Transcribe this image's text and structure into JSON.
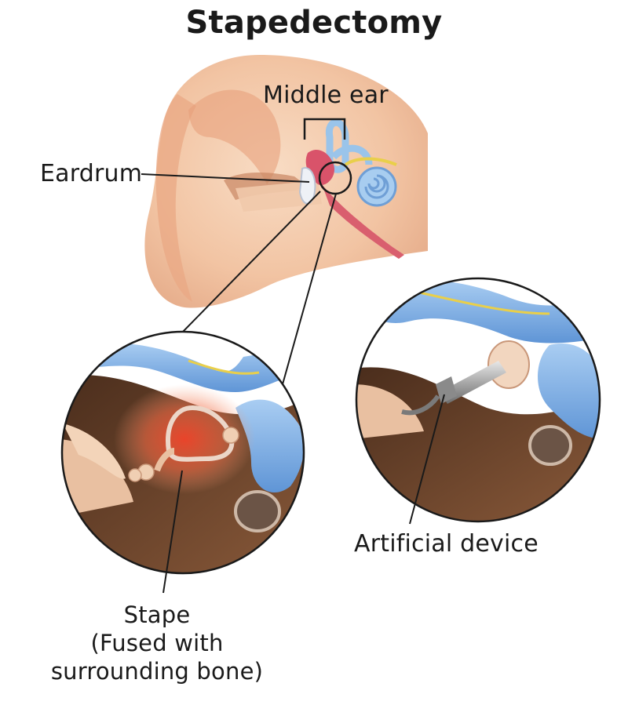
{
  "title": "Stapedectomy",
  "labels": {
    "middle_ear": "Middle ear",
    "eardrum": "Eardrum",
    "artificial_device": "Artificial device",
    "stape_line1": "Stape",
    "stape_line2": "(Fused with",
    "stape_line3": "surrounding bone)"
  },
  "colors": {
    "skin": "#f3c9a8",
    "skin_shadow": "#d99a74",
    "inner_ear": "#8fb9e6",
    "ossicle": "#d9536a",
    "bone_brown": "#7a5236",
    "inflammation": "#f05a3a"
  }
}
